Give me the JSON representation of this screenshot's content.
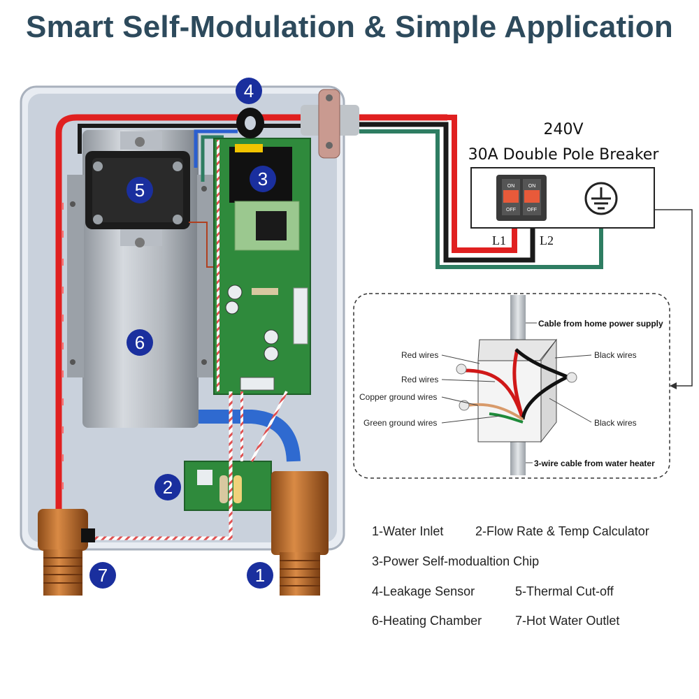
{
  "title": "Smart Self-Modulation & Simple Application",
  "breaker": {
    "voltage": "240V",
    "name": "30A Double Pole Breaker",
    "switch_labels": [
      "ON",
      "ON",
      "OFF",
      "OFF"
    ],
    "l1": "L1",
    "l2": "L2"
  },
  "junction_box": {
    "cable_in": "Cable from home power supply",
    "red_wires_1": "Red wires",
    "red_wires_2": "Red wires",
    "copper_ground": "Copper ground wires",
    "green_ground": "Green ground wires",
    "black_wires_1": "Black wires",
    "black_wires_2": "Black wires",
    "cable_out": "3-wire cable from water heater"
  },
  "badges": [
    "1",
    "2",
    "3",
    "4",
    "5",
    "6",
    "7"
  ],
  "legend": {
    "item1": "1-Water Inlet",
    "item2": "2-Flow Rate & Temp Calculator",
    "item3": "3-Power Self-modualtion Chip",
    "item4": "4-Leakage Sensor",
    "item5": "5-Thermal Cut-off",
    "item6": "6-Heating Chamber",
    "item7": "7-Hot Water Outlet"
  },
  "colors": {
    "title": "#2d4a5c",
    "badge": "#1a2f9e",
    "red_wire": "#e02020",
    "black_wire": "#1a1a1a",
    "green_wire": "#2e7d62",
    "pcb": "#2f8a3c",
    "housing": "#c9d1dc"
  }
}
